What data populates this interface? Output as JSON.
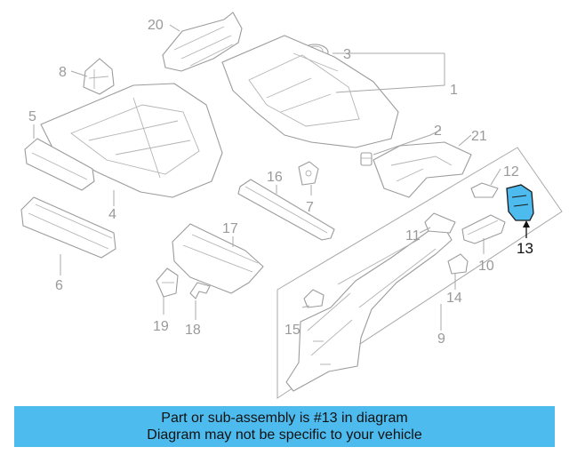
{
  "diagram": {
    "callouts": [
      "1",
      "2",
      "3",
      "4",
      "5",
      "6",
      "7",
      "8",
      "9",
      "10",
      "11",
      "12",
      "13",
      "14",
      "15",
      "16",
      "17",
      "18",
      "19",
      "20",
      "21"
    ],
    "highlighted_callout": "13",
    "highlight_color": "#4dbbee"
  },
  "banner": {
    "line1": "Part or sub-assembly is #13 in diagram",
    "line2": "Diagram may not be specific to your vehicle",
    "background": "#4dbbee"
  }
}
